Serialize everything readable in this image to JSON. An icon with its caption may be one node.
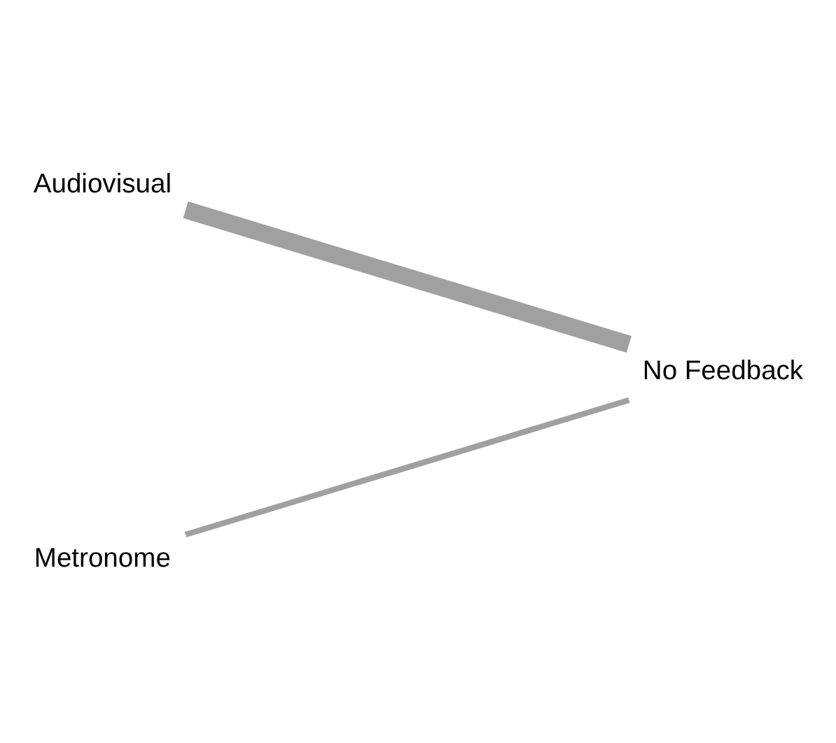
{
  "diagram": {
    "nodes": [
      {
        "text": [
          "Audiovisual"
        ]
      },
      {
        "text": [
          "No Feedback"
        ]
      },
      {
        "text": [
          "Metronome"
        ]
      }
    ],
    "edges": [
      {
        "from": 0,
        "to": 1,
        "arrow": "none",
        "style": "thick"
      },
      {
        "from": 2,
        "to": 1,
        "arrow": "none"
      }
    ]
  }
}
